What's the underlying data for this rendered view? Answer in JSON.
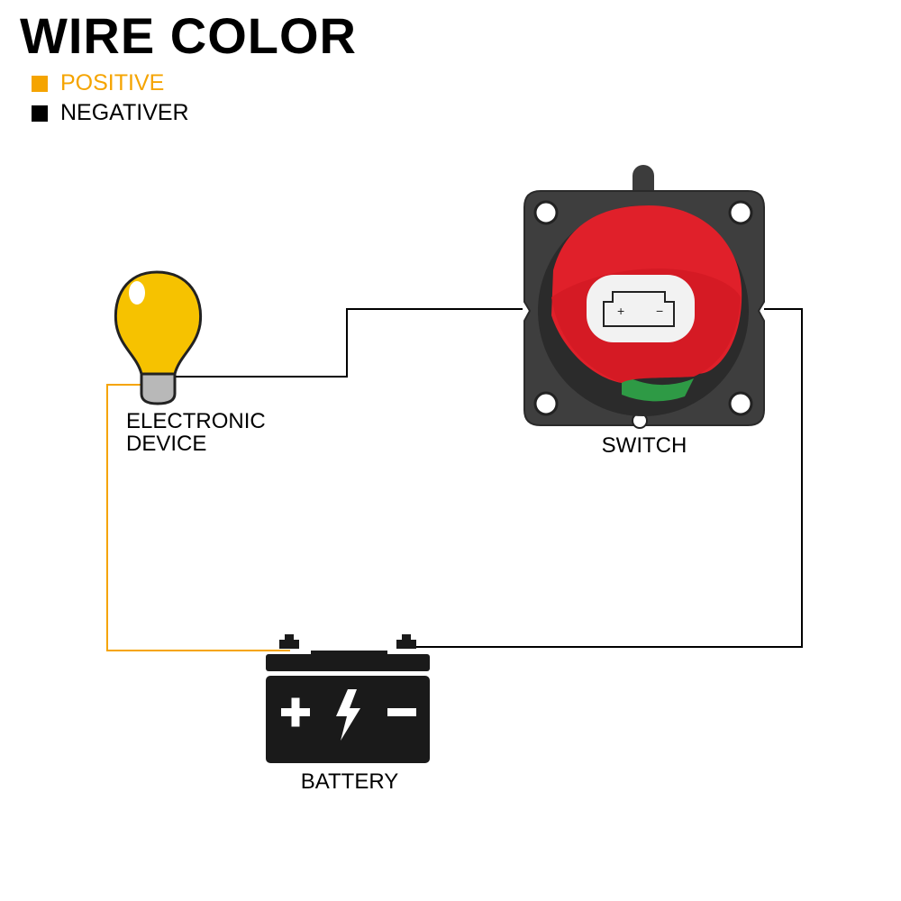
{
  "title": "WIRE COLOR",
  "legend": {
    "positive": {
      "label": "POSITIVE",
      "color": "#f5a400"
    },
    "negative": {
      "label": "NEGATIVER",
      "color": "#000000"
    }
  },
  "components": {
    "device": {
      "label_line1": "ELECTRONIC",
      "label_line2": "DEVICE",
      "icon": "light-bulb-icon"
    },
    "switch": {
      "label": "SWITCH",
      "icon": "battery-disconnect-switch-icon",
      "face_plus": "+",
      "face_minus": "−"
    },
    "battery": {
      "label": "BATTERY",
      "icon": "battery-icon"
    }
  },
  "colors": {
    "switch_red": "#e0202a",
    "switch_base": "#3a3a3a",
    "bulb_yellow": "#f6c200",
    "battery_black": "#1a1a1a"
  }
}
